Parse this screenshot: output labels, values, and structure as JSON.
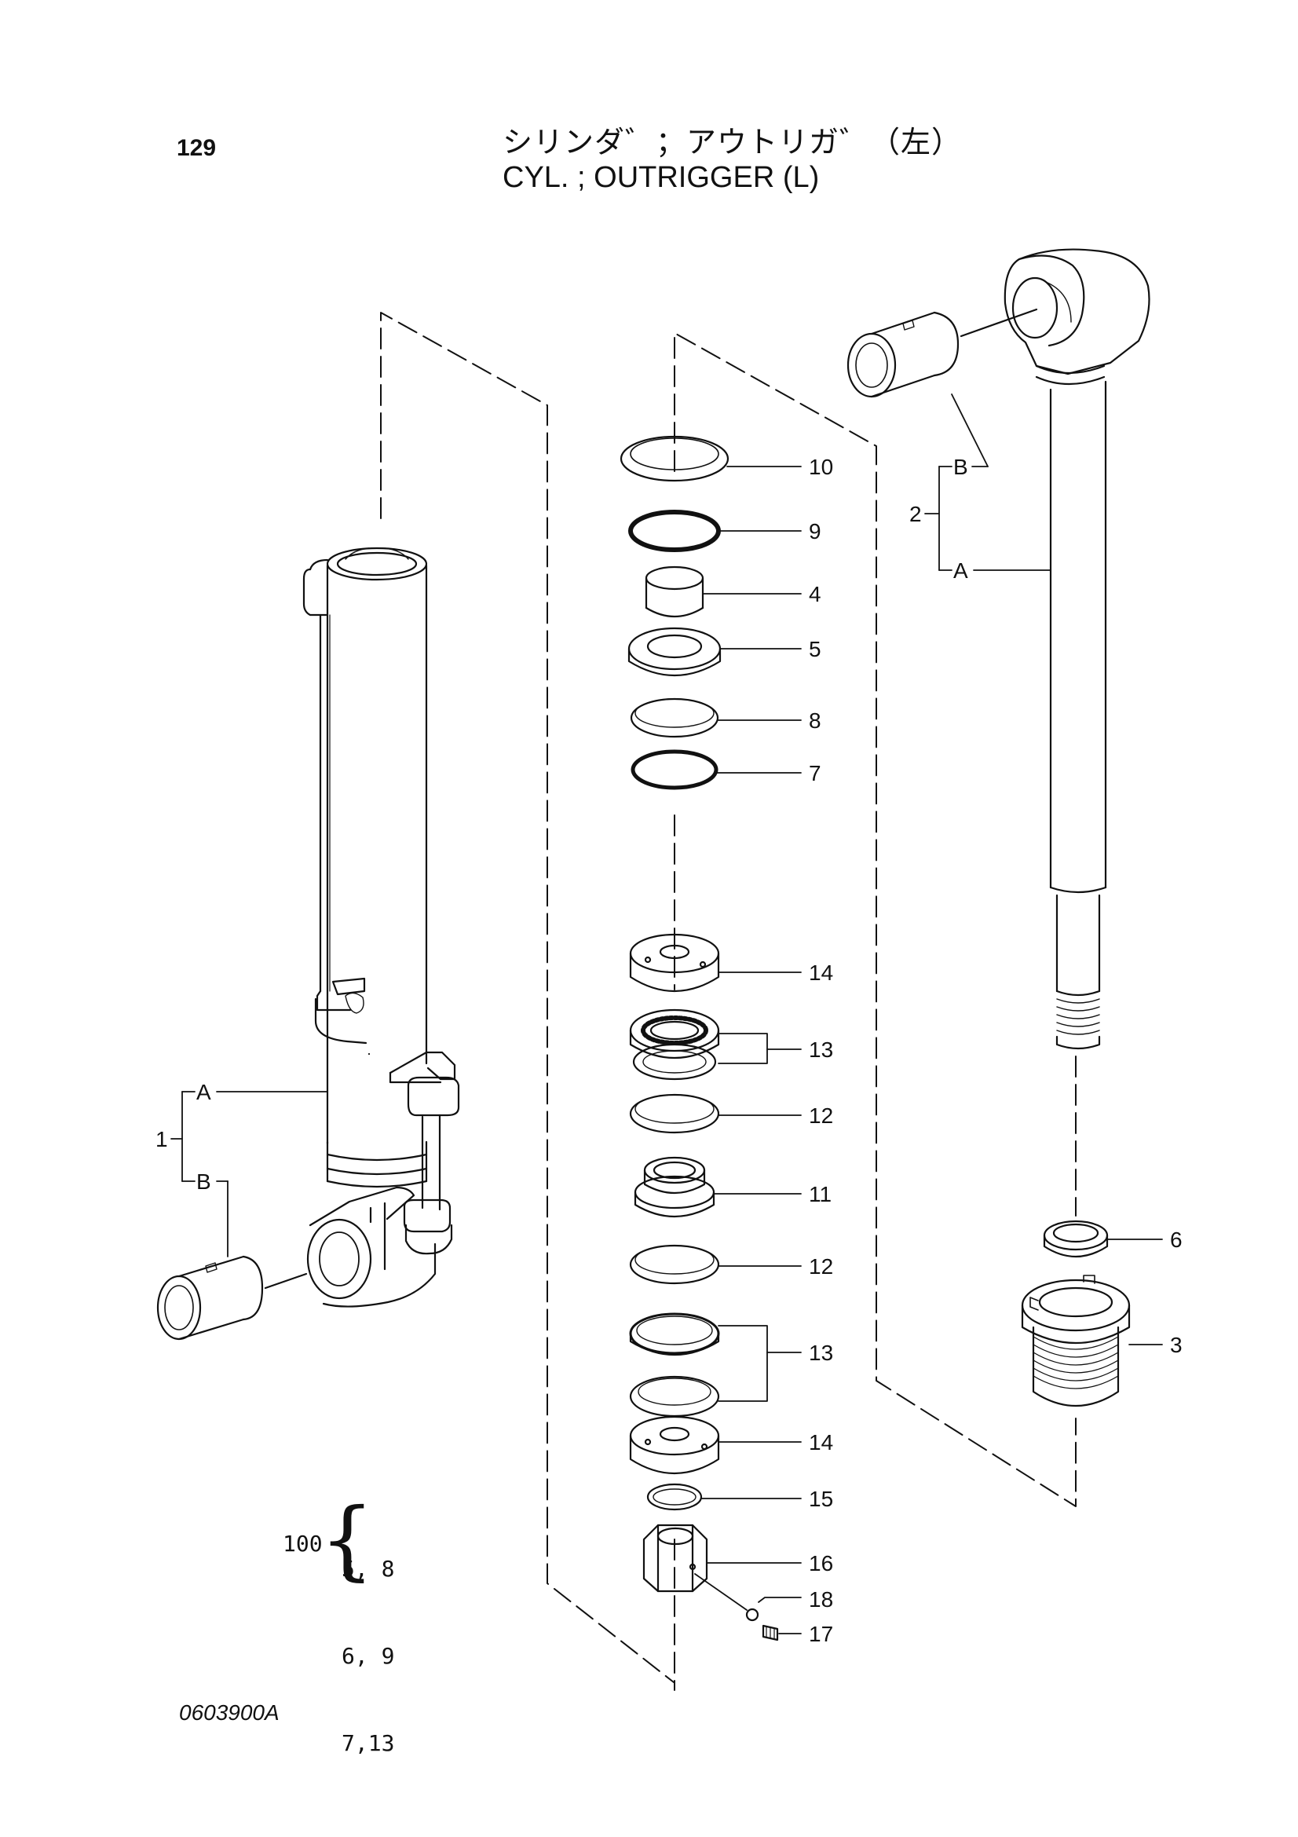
{
  "header": {
    "page_number": "129",
    "title_jp": "シリンダ゛；アウトリガ゛（左）",
    "title_en": "CYL. ; OUTRIGGER (L)"
  },
  "footer": {
    "drawing_code": "0603900A"
  },
  "kit": {
    "number": "100",
    "rows": [
      "5, 8",
      "6, 9",
      "7,13"
    ]
  },
  "callouts": {
    "c10": "10",
    "c9": "9",
    "c4": "4",
    "c5": "5",
    "c8": "8",
    "c7": "7",
    "c14a": "14",
    "c13a": "13",
    "c12a": "12",
    "c11": "11",
    "c12b": "12",
    "c13b": "13",
    "c14b": "14",
    "c15": "15",
    "c16": "16",
    "c18": "18",
    "c17": "17",
    "c6": "6",
    "c3": "3",
    "c2": "2",
    "c2B": "B",
    "c2A": "A",
    "c1": "1",
    "c1A": "A",
    "c1B": "B"
  }
}
